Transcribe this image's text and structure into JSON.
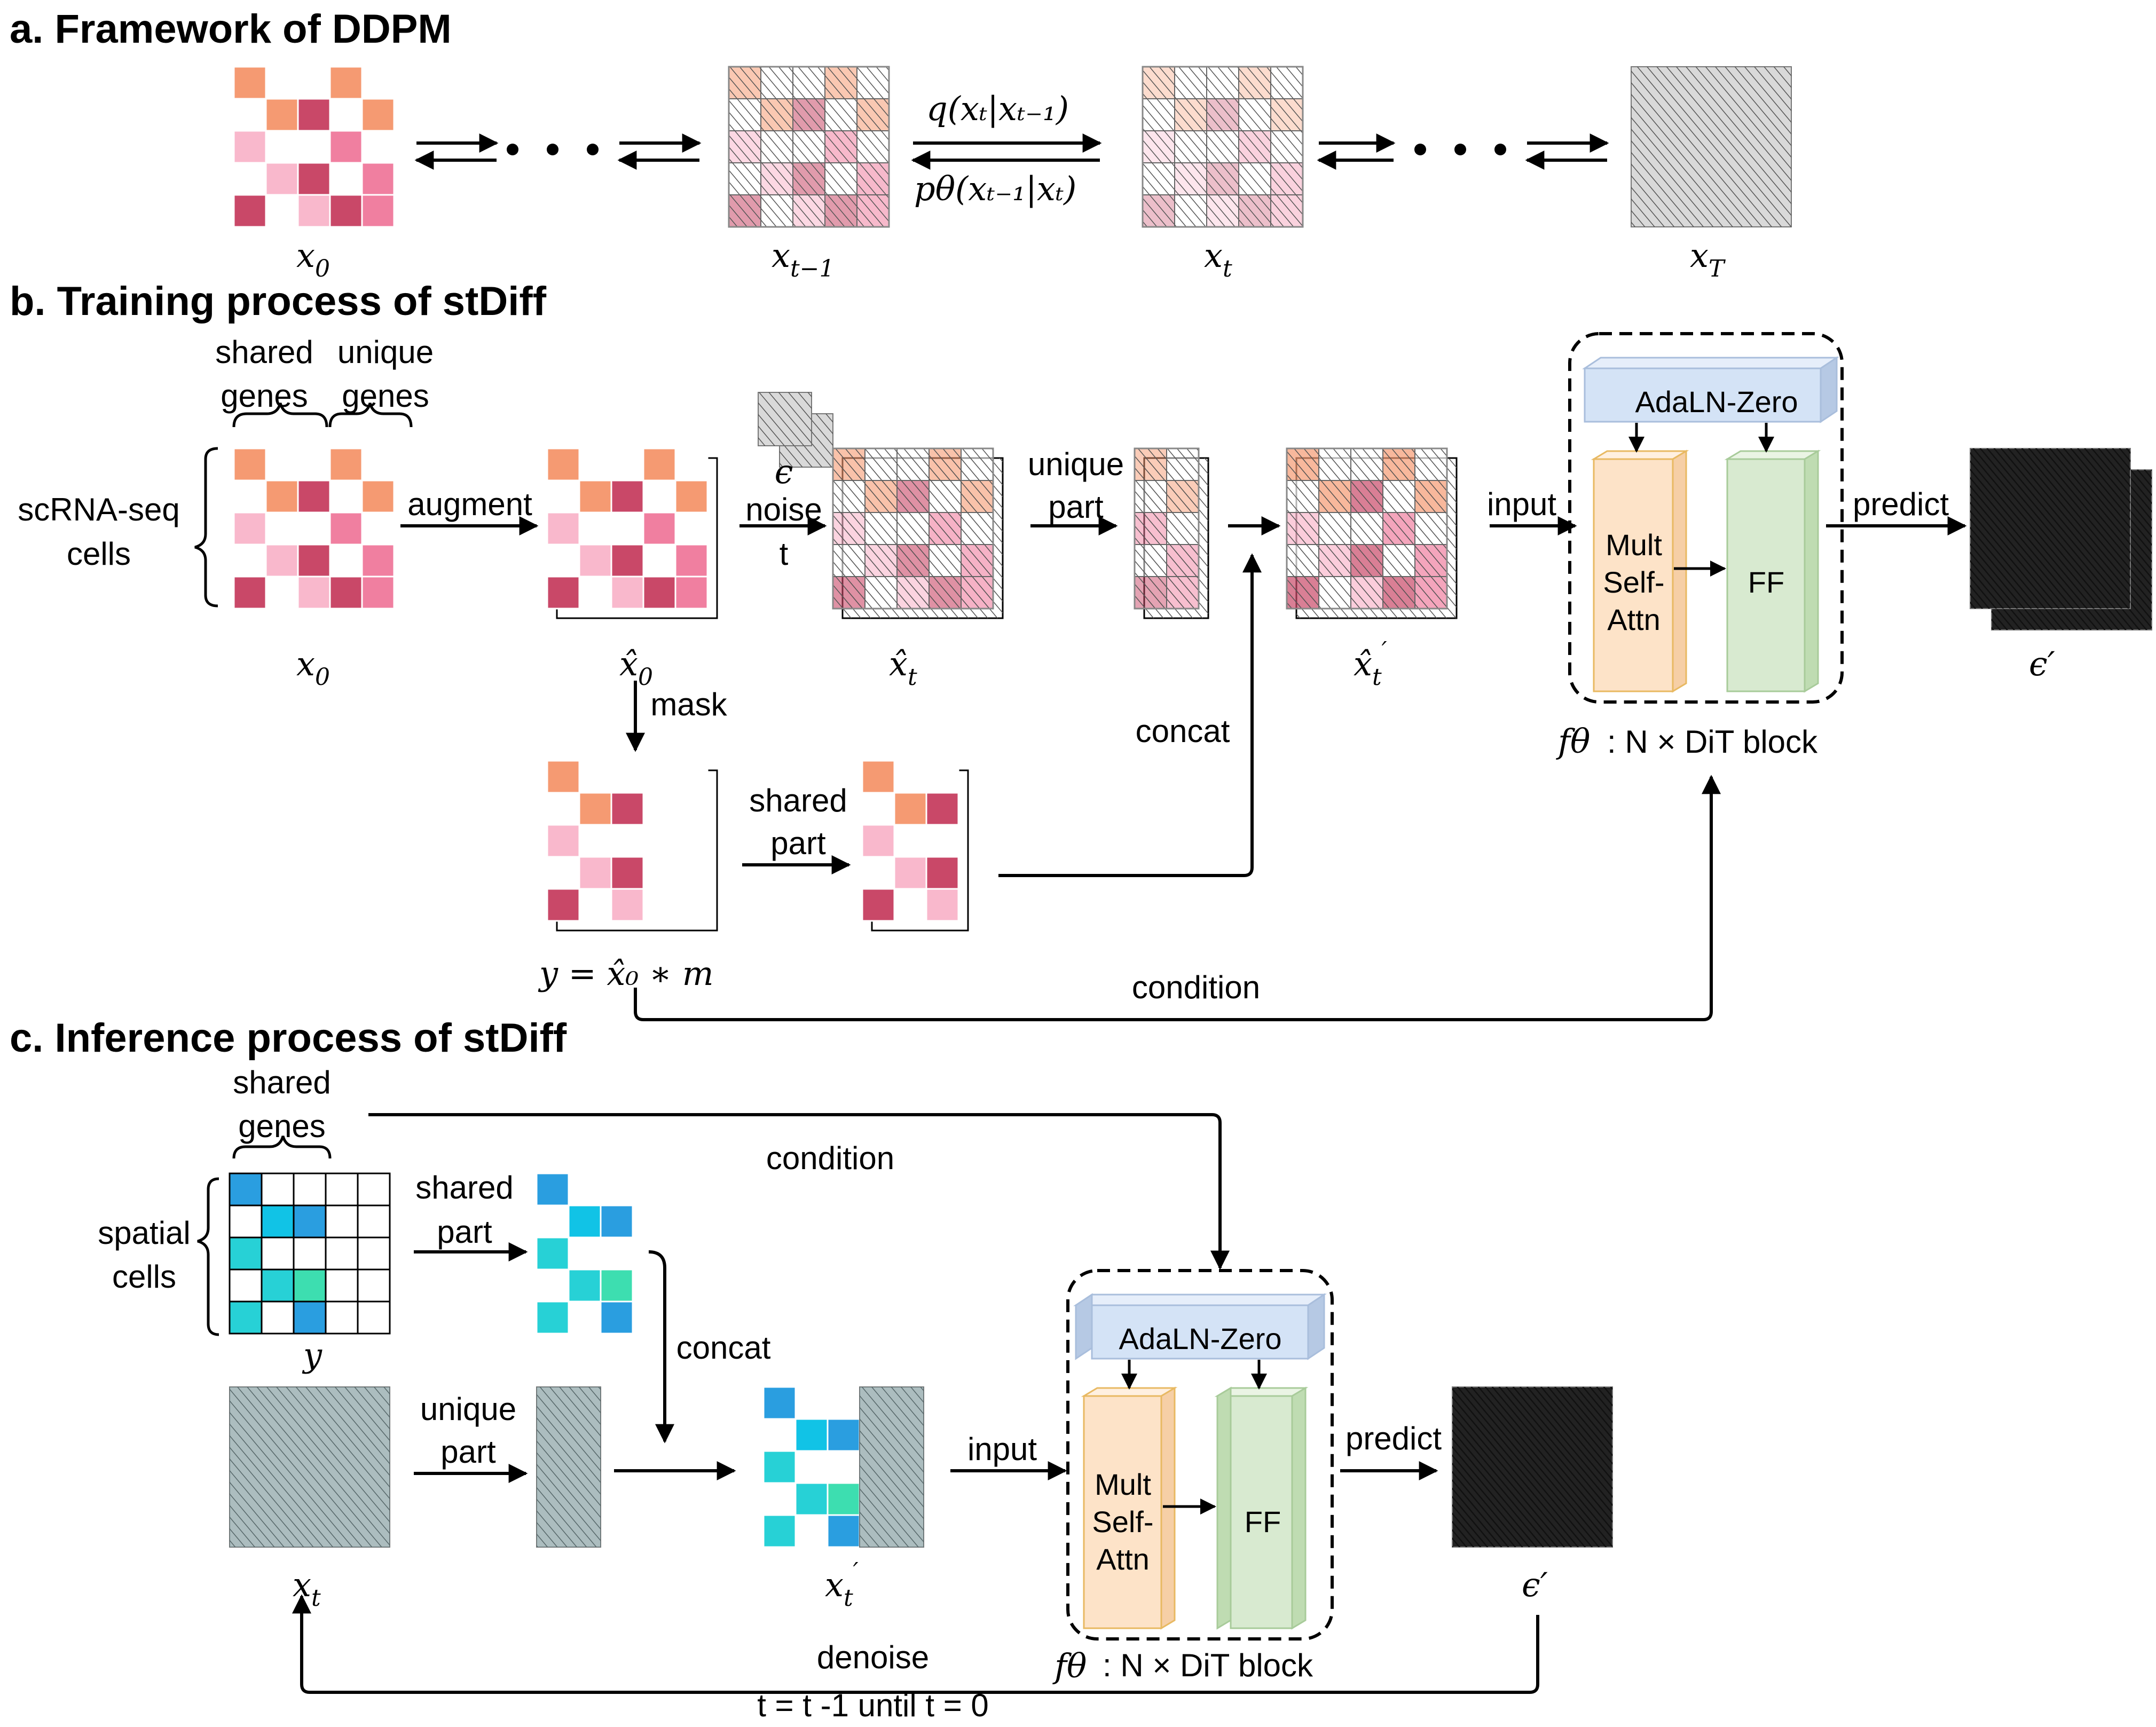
{
  "sections": {
    "a": "a. Framework of DDPM",
    "b": "b. Training process of stDiff",
    "c": "c. Inference process of stDiff"
  },
  "ddpm": {
    "x0": "x",
    "x0_sub": "0",
    "xtm1": "x",
    "xtm1_sub": "t−1",
    "xt": "x",
    "xt_sub": "t",
    "xT": "x",
    "xT_sub": "T",
    "forward": "q(xₜ|xₜ₋₁)",
    "reverse": "pθ(xₜ₋₁|xₜ)"
  },
  "training": {
    "shared_genes": [
      "shared",
      "genes"
    ],
    "unique_genes": [
      "unique",
      "genes"
    ],
    "cells": [
      "scRNA-seq",
      "cells"
    ],
    "augment": "augment",
    "epsilon": "ϵ",
    "noise": "noise",
    "t": "t",
    "unique_part": [
      "unique",
      "part"
    ],
    "input": "input",
    "predict": "predict",
    "mask": "mask",
    "shared_part": [
      "shared",
      "part"
    ],
    "concat": "concat",
    "condition": "condition",
    "x0_label": "x",
    "x0_sub": "0",
    "x0hat_label": "x̂",
    "x0hat_sub": "0",
    "xthat_label": "x̂",
    "xthat_sub": "t",
    "xtprime_label": "x̂",
    "xtprime_sub": "t",
    "xtprime_sup": "′",
    "eps_out": "ϵ′",
    "y_label": "y = x̂₀ ∗ m",
    "adaln": "AdaLN-Zero",
    "attn": [
      "Mult",
      "Self-",
      "Attn"
    ],
    "ff": "FF",
    "f_theta": "fθ",
    "dit": ":  N × DiT block"
  },
  "inference": {
    "shared_genes": [
      "shared",
      "genes"
    ],
    "cells": [
      "spatial",
      "cells"
    ],
    "shared_part": [
      "shared",
      "part"
    ],
    "unique_part": [
      "unique",
      "part"
    ],
    "condition": "condition",
    "concat": "concat",
    "input": "input",
    "predict": "predict",
    "denoise": "denoise",
    "loop": "t = t -1 until t = 0",
    "y_label": "y",
    "xt_label": "x",
    "xt_sub": "t",
    "xtprime_label": "x",
    "xtprime_sub": "t",
    "xtprime_sup": "′",
    "eps_out": "ϵ′",
    "adaln": "AdaLN-Zero",
    "attn": [
      "Mult",
      "Self-",
      "Attn"
    ],
    "ff": "FF",
    "f_theta": "fθ",
    "dit": ":  N × DiT block"
  },
  "colors": {
    "pink_light": "#f9b8cc",
    "pink_mid": "#f07fa0",
    "pink_dark": "#c94868",
    "orange": "#f59a72",
    "blue_dark": "#2a9ee0",
    "blue_mid": "#11c3e6",
    "cyan": "#27d1d6",
    "mint": "#3ddeb0",
    "attn_fill": "#fde3c8",
    "ff_fill": "#d8ead0",
    "adaln_fill": "#d4e3f6"
  }
}
